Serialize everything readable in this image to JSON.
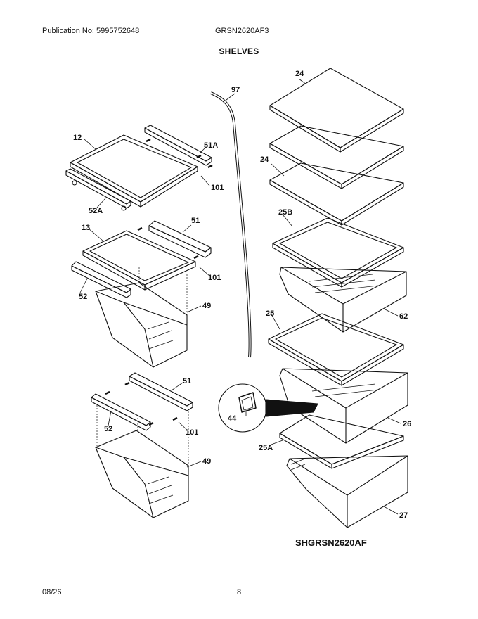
{
  "header": {
    "publication": "Publication No: 5995752648",
    "model": "GRSN2620AF3",
    "section": "SHELVES"
  },
  "footer": {
    "date": "08/26",
    "page": "8"
  },
  "diagram_id": "SHGRSN2620AF",
  "callouts": {
    "c97": "97",
    "c24a": "24",
    "c24b": "24",
    "c12": "12",
    "c51A": "51A",
    "c101a": "101",
    "c52A": "52A",
    "c13": "13",
    "c51a": "51",
    "c101b": "101",
    "c52a": "52",
    "c49a": "49",
    "c25B": "25B",
    "c62": "62",
    "c25": "25",
    "c51b": "51",
    "c44": "44",
    "c26": "26",
    "c52b": "52",
    "c101c": "101",
    "c25A": "25A",
    "c49b": "49",
    "c27": "27"
  }
}
